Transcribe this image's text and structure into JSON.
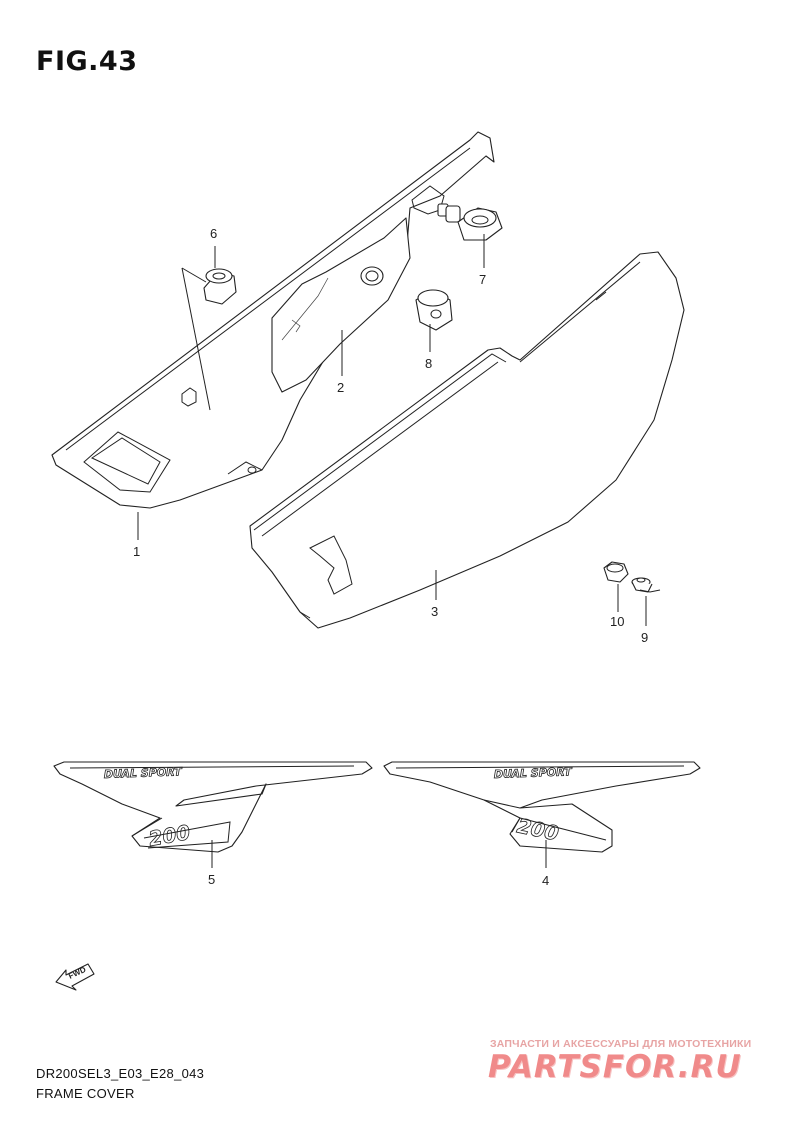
{
  "figure": {
    "title": "FIG.43"
  },
  "parts": [
    {
      "number": "1",
      "depiction": "left frame cover"
    },
    {
      "number": "2",
      "depiction": "inner cover panel"
    },
    {
      "number": "3",
      "depiction": "right frame cover"
    },
    {
      "number": "4",
      "depiction": "right decal"
    },
    {
      "number": "5",
      "depiction": "left decal"
    },
    {
      "number": "6",
      "depiction": "rubber cushion"
    },
    {
      "number": "7",
      "depiction": "grommet"
    },
    {
      "number": "8",
      "depiction": "spacer collar"
    },
    {
      "number": "9",
      "depiction": "screw"
    },
    {
      "number": "10",
      "depiction": "nut"
    }
  ],
  "decals": {
    "upper_text": "DUAL SPORT",
    "model_text": "200"
  },
  "fwd_arrow": {
    "label": "FWD",
    "icon": "forward-arrow-icon"
  },
  "footer": {
    "code": "DR200SEL3_E03_E28_043",
    "caption": "FRAME COVER"
  },
  "watermark": {
    "tagline": "ЗАПЧАСТИ И АКСЕССУАРЫ ДЛЯ МОТОТЕХНИКИ",
    "logo": "PARTSFOR.RU",
    "color": "#f08a8a"
  }
}
